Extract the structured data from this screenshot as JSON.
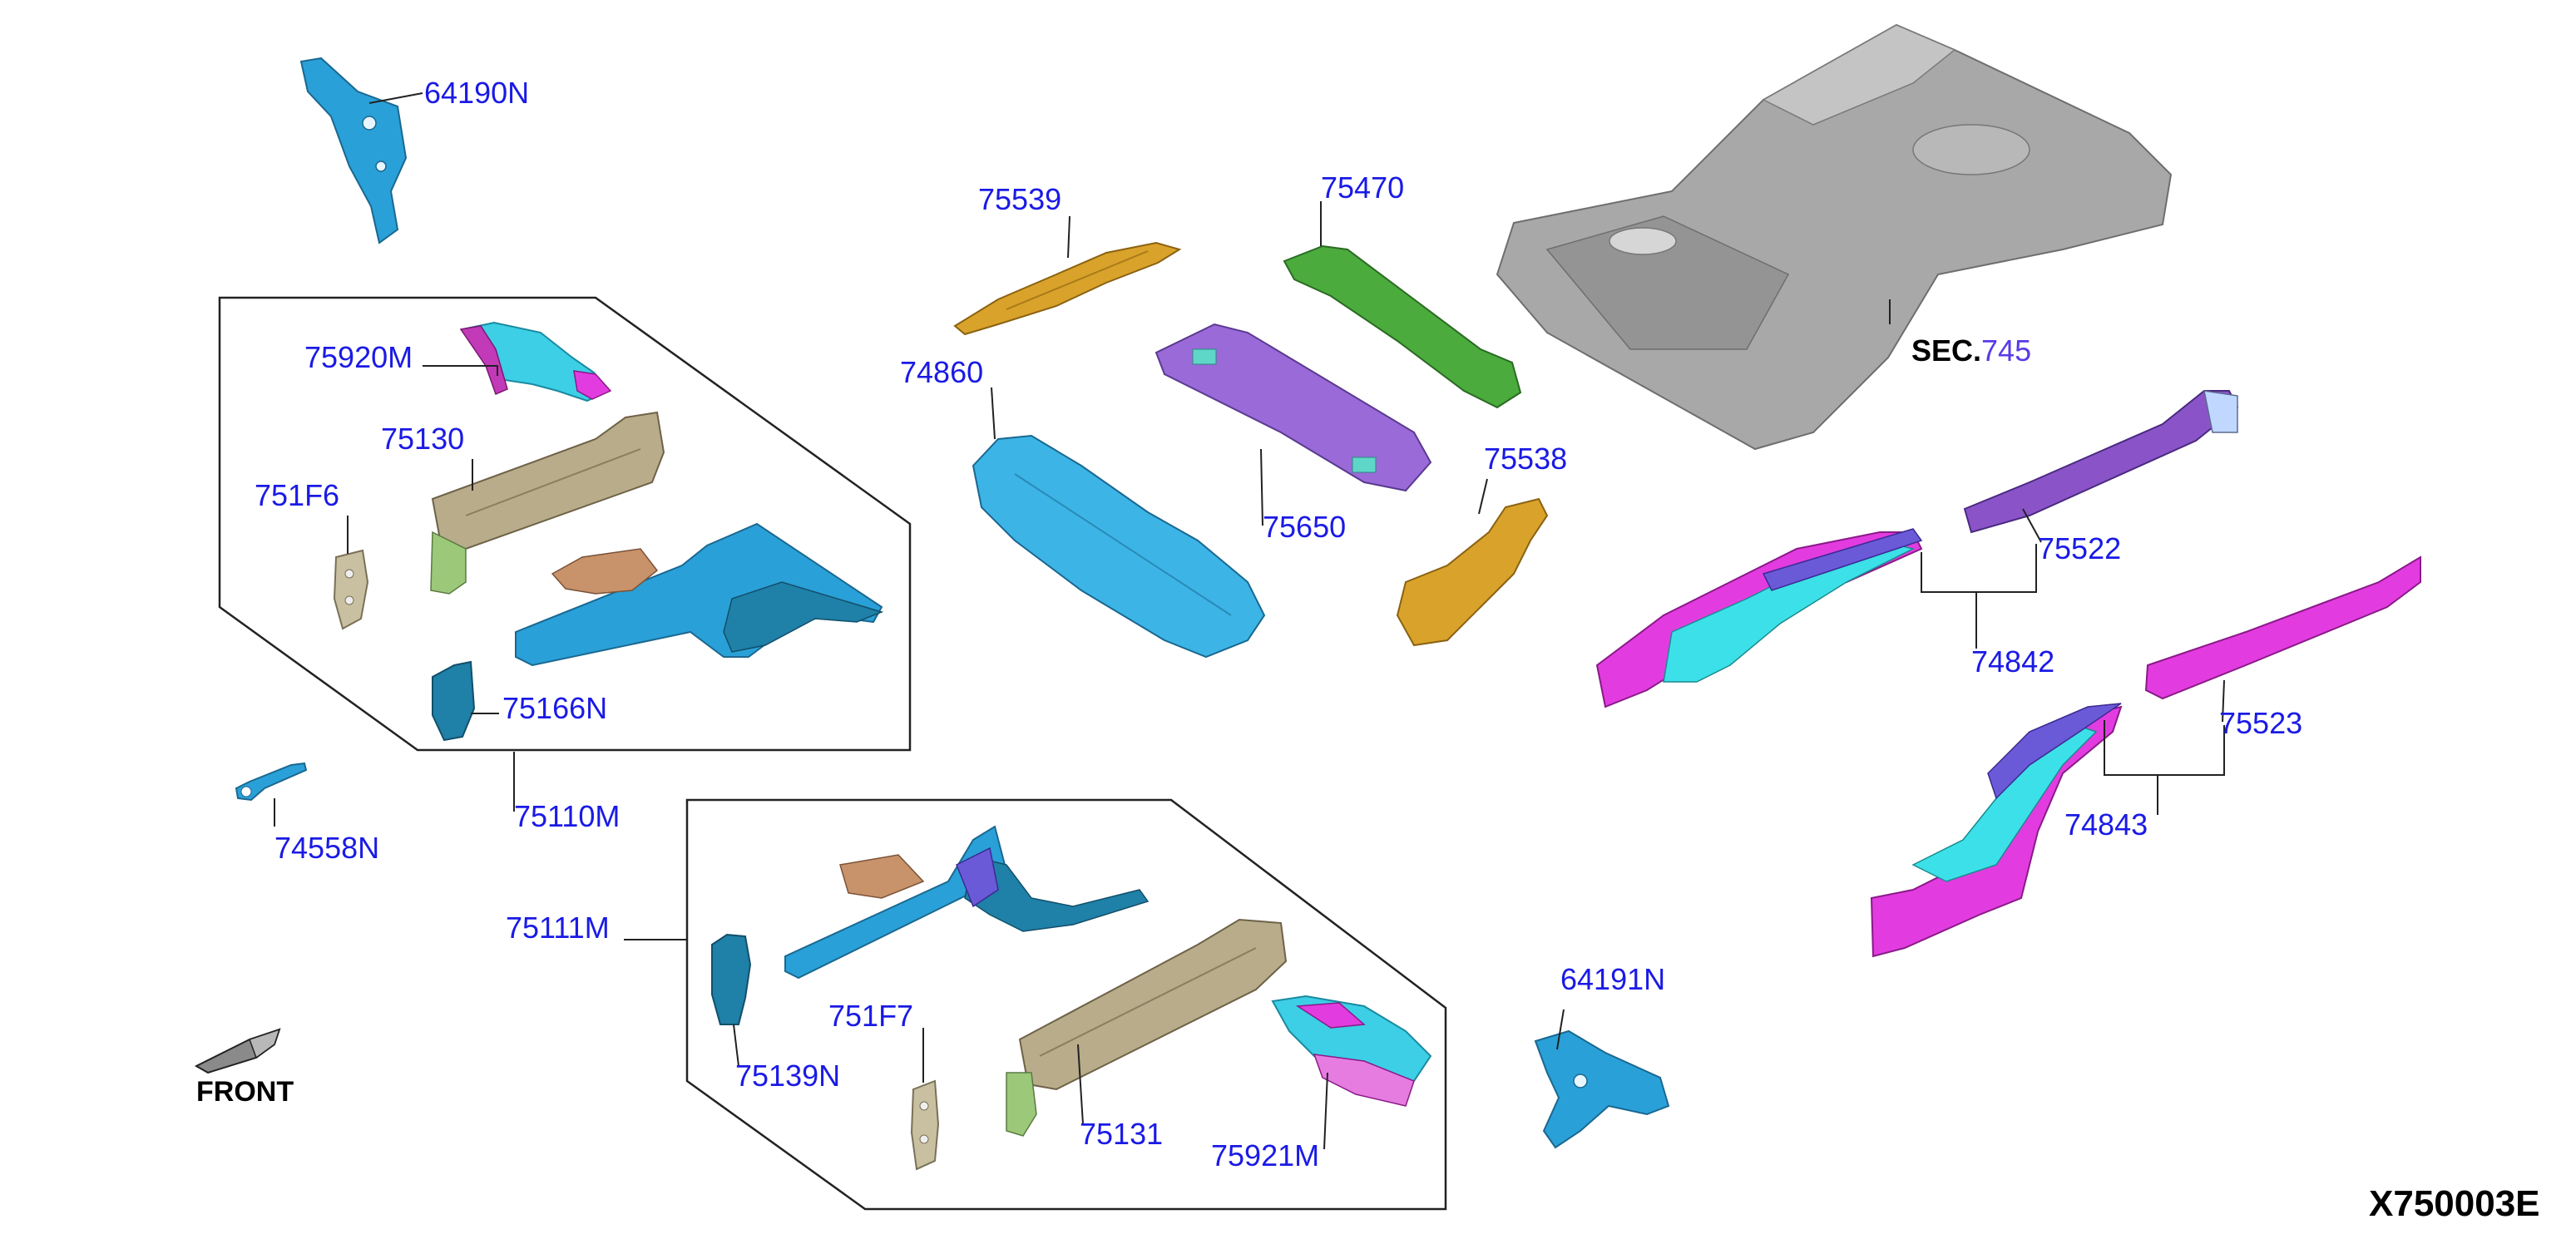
{
  "labels": {
    "p64190N": "64190N",
    "p75920M": "75920M",
    "p75130": "75130",
    "p751F6": "751F6",
    "p75166N": "75166N",
    "p75110M": "75110M",
    "p74558N": "74558N",
    "p75111M": "75111M",
    "p75139N": "75139N",
    "p751F7": "751F7",
    "p75131": "75131",
    "p75921M": "75921M",
    "p64191N": "64191N",
    "p75539": "75539",
    "p75470": "75470",
    "p74860": "74860",
    "p75650": "75650",
    "p75538": "75538",
    "p75522": "75522",
    "p74842": "74842",
    "p75523": "75523",
    "p74843": "74843"
  },
  "section_ref": {
    "prefix": "SEC.",
    "number": "745"
  },
  "front_label": "FRONT",
  "diagram_code": "X750003E",
  "colors": {
    "label_blue": "#1a1ae6",
    "section_purple": "#5a3ae6",
    "part_blue": "#2aa0d8",
    "part_teal": "#1f80a8",
    "part_gold": "#d9a22a",
    "part_green": "#4bab3d",
    "part_purple": "#9a6ad8",
    "part_magenta": "#e23ce0",
    "part_cyan": "#3ce0e8",
    "part_grey": "#a8a8a8",
    "part_tan": "#b8ac8a",
    "part_brown": "#c8926a"
  }
}
